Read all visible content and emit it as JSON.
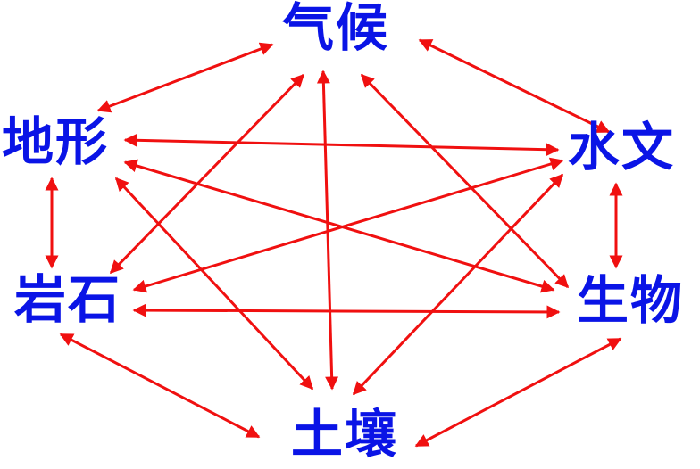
{
  "nodes": {
    "climate": "气候",
    "landform": "地形",
    "hydrology": "水文",
    "rock": "岩石",
    "biology": "生物",
    "soil": "土壤"
  },
  "edges": [
    [
      "climate",
      "landform"
    ],
    [
      "climate",
      "hydrology"
    ],
    [
      "climate",
      "rock"
    ],
    [
      "climate",
      "soil"
    ],
    [
      "climate",
      "biology"
    ],
    [
      "landform",
      "hydrology"
    ],
    [
      "landform",
      "biology"
    ],
    [
      "landform",
      "soil"
    ],
    [
      "landform",
      "rock"
    ],
    [
      "hydrology",
      "rock"
    ],
    [
      "hydrology",
      "soil"
    ],
    [
      "hydrology",
      "biology"
    ],
    [
      "rock",
      "biology"
    ],
    [
      "rock",
      "soil"
    ],
    [
      "biology",
      "soil"
    ]
  ],
  "colors": {
    "arrow": "#f01010",
    "text": "#0a14e6"
  }
}
